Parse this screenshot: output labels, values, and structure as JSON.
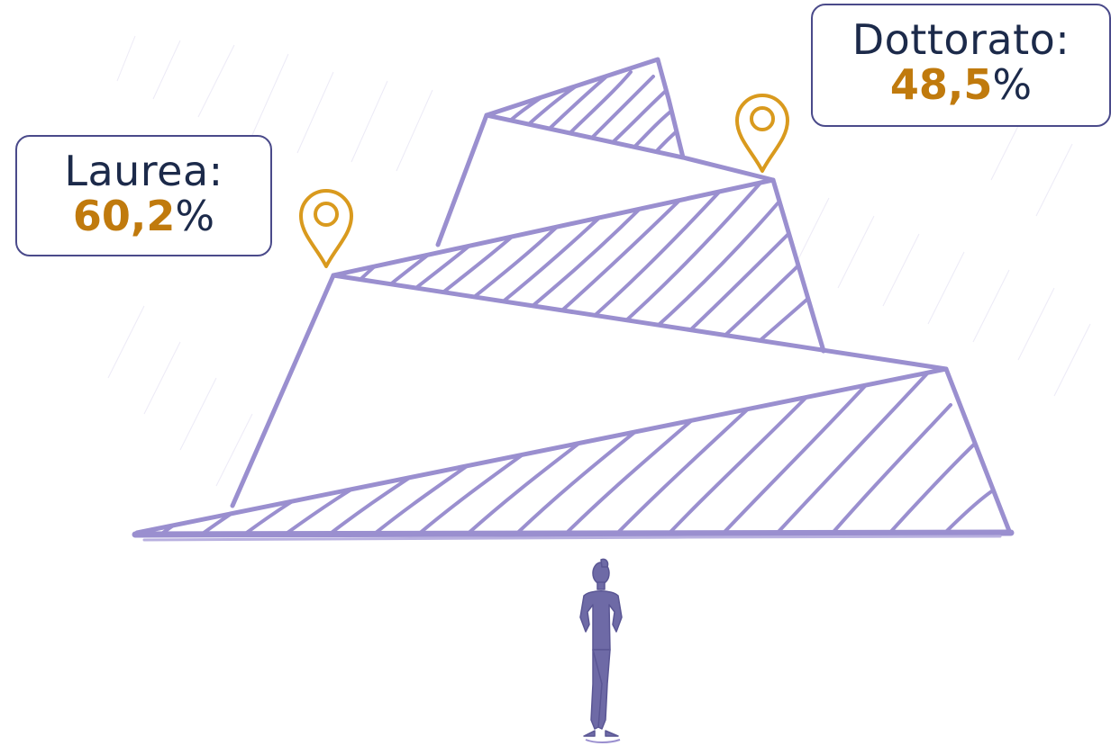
{
  "callouts": {
    "laurea": {
      "label": "Laurea:",
      "value": "60,2",
      "unit": "%"
    },
    "dottorato": {
      "label": "Dottorato:",
      "value": "48,5",
      "unit": "%"
    }
  },
  "icons": [
    "map-pin-icon",
    "map-pin-icon",
    "person-standing-figure"
  ],
  "colors": {
    "mountain_stroke": "#9a8fcf",
    "pin": "#d99a1e",
    "value": "#c07a0d",
    "text": "#1c2a4a",
    "callout_border": "#4a4a8a",
    "figure": "#6e6aa6"
  }
}
